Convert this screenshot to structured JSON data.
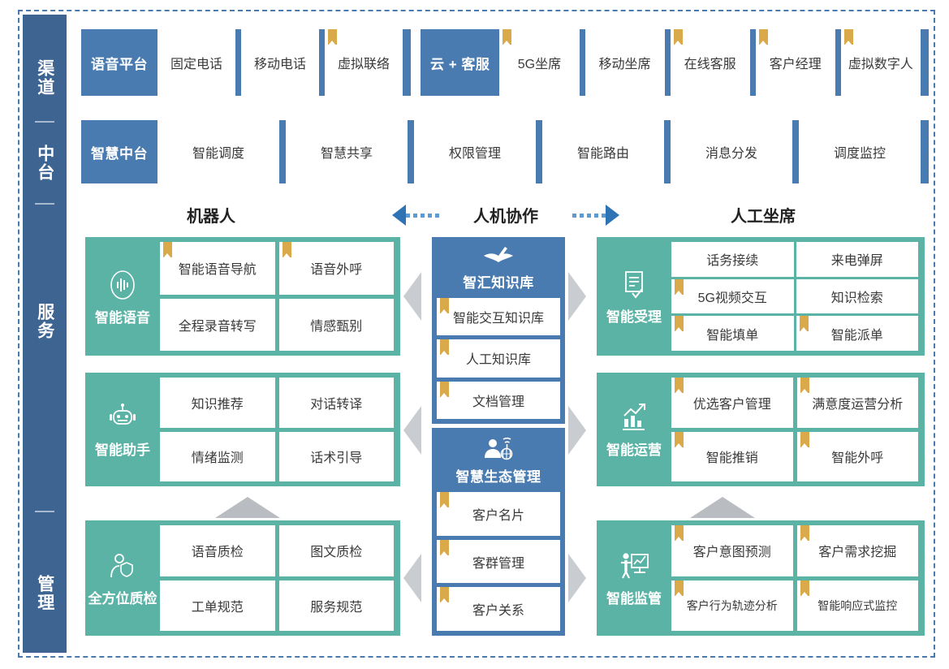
{
  "sidebar": {
    "sections": [
      {
        "label": "渠道",
        "name": "channel"
      },
      {
        "label": "中台",
        "name": "middle-platform"
      },
      {
        "label": "服务",
        "name": "service"
      },
      {
        "label": "管理",
        "name": "management"
      }
    ]
  },
  "channel_row": {
    "groups": [
      {
        "title": "语音平台",
        "cells": [
          {
            "label": "固定电话",
            "ribbon": false
          },
          {
            "label": "移动电话",
            "ribbon": false
          },
          {
            "label": "虚拟联络",
            "ribbon": true
          }
        ]
      },
      {
        "title": "云 + 客服",
        "cells": [
          {
            "label": "5G坐席",
            "ribbon": true
          },
          {
            "label": "移动坐席",
            "ribbon": false
          },
          {
            "label": "在线客服",
            "ribbon": true
          },
          {
            "label": "客户经理",
            "ribbon": true
          },
          {
            "label": "虚拟数字人",
            "ribbon": true
          }
        ]
      }
    ]
  },
  "platform_row": {
    "title": "智慧中台",
    "cells": [
      {
        "label": "智能调度",
        "ribbon": false
      },
      {
        "label": "智慧共享",
        "ribbon": false
      },
      {
        "label": "权限管理",
        "ribbon": false
      },
      {
        "label": "智能路由",
        "ribbon": false
      },
      {
        "label": "消息分发",
        "ribbon": false
      },
      {
        "label": "调度监控",
        "ribbon": false
      }
    ]
  },
  "column_headers": {
    "left": "机器人",
    "center": "人机协作",
    "right": "人工坐席"
  },
  "left_panels": [
    {
      "name": "智能语音",
      "icon": "voice-wave-icon",
      "cells": [
        {
          "label": "智能语音导航",
          "ribbon": true
        },
        {
          "label": "语音外呼",
          "ribbon": true
        },
        {
          "label": "全程录音转写",
          "ribbon": false
        },
        {
          "label": "情感甄别",
          "ribbon": false
        }
      ]
    },
    {
      "name": "智能助手",
      "icon": "robot-icon",
      "cells": [
        {
          "label": "知识推荐",
          "ribbon": false
        },
        {
          "label": "对话转译",
          "ribbon": false
        },
        {
          "label": "情绪监测",
          "ribbon": false
        },
        {
          "label": "话术引导",
          "ribbon": false
        }
      ]
    },
    {
      "name": "全方位质检",
      "icon": "person-shield-icon",
      "cells": [
        {
          "label": "语音质检",
          "ribbon": false
        },
        {
          "label": "图文质检",
          "ribbon": false
        },
        {
          "label": "工单规范",
          "ribbon": false
        },
        {
          "label": "服务规范",
          "ribbon": false
        }
      ]
    }
  ],
  "center_panels": [
    {
      "name": "智汇知识库",
      "icon": "open-book-pen-icon",
      "cells": [
        {
          "label": "智能交互知识库",
          "ribbon": true
        },
        {
          "label": "人工知识库",
          "ribbon": true
        },
        {
          "label": "文档管理",
          "ribbon": true
        }
      ]
    },
    {
      "name": "智慧生态管理",
      "icon": "person-network-icon",
      "cells": [
        {
          "label": "客户名片",
          "ribbon": true
        },
        {
          "label": "客群管理",
          "ribbon": true
        },
        {
          "label": "客户关系",
          "ribbon": true
        }
      ]
    }
  ],
  "right_panels": [
    {
      "name": "智能受理",
      "icon": "document-check-icon",
      "cells": [
        {
          "label": "话务接续",
          "ribbon": false
        },
        {
          "label": "来电弹屏",
          "ribbon": false
        },
        {
          "label": "5G视频交互",
          "ribbon": true
        },
        {
          "label": "知识检索",
          "ribbon": false
        },
        {
          "label": "智能填单",
          "ribbon": true
        },
        {
          "label": "智能派单",
          "ribbon": true
        }
      ]
    },
    {
      "name": "智能运营",
      "icon": "chart-growth-icon",
      "cells": [
        {
          "label": "优选客户管理",
          "ribbon": true
        },
        {
          "label": "满意度运营分析",
          "ribbon": true
        },
        {
          "label": "智能推销",
          "ribbon": true
        },
        {
          "label": "智能外呼",
          "ribbon": true
        }
      ]
    },
    {
      "name": "智能监管",
      "icon": "presentation-person-icon",
      "cells": [
        {
          "label": "客户意图预测",
          "ribbon": true
        },
        {
          "label": "客户需求挖掘",
          "ribbon": true
        },
        {
          "label": "客户行为轨迹分析",
          "ribbon": true
        },
        {
          "label": "智能响应式监控",
          "ribbon": true
        }
      ]
    }
  ],
  "colors": {
    "blue": "#4A7BB0",
    "sidebar_blue": "#3E6491",
    "teal": "#5BB3A5",
    "ribbon_gold": "#D9A94A",
    "arrow_gray": "#C9CCD1",
    "arrow_blue": "#2E74B5"
  }
}
